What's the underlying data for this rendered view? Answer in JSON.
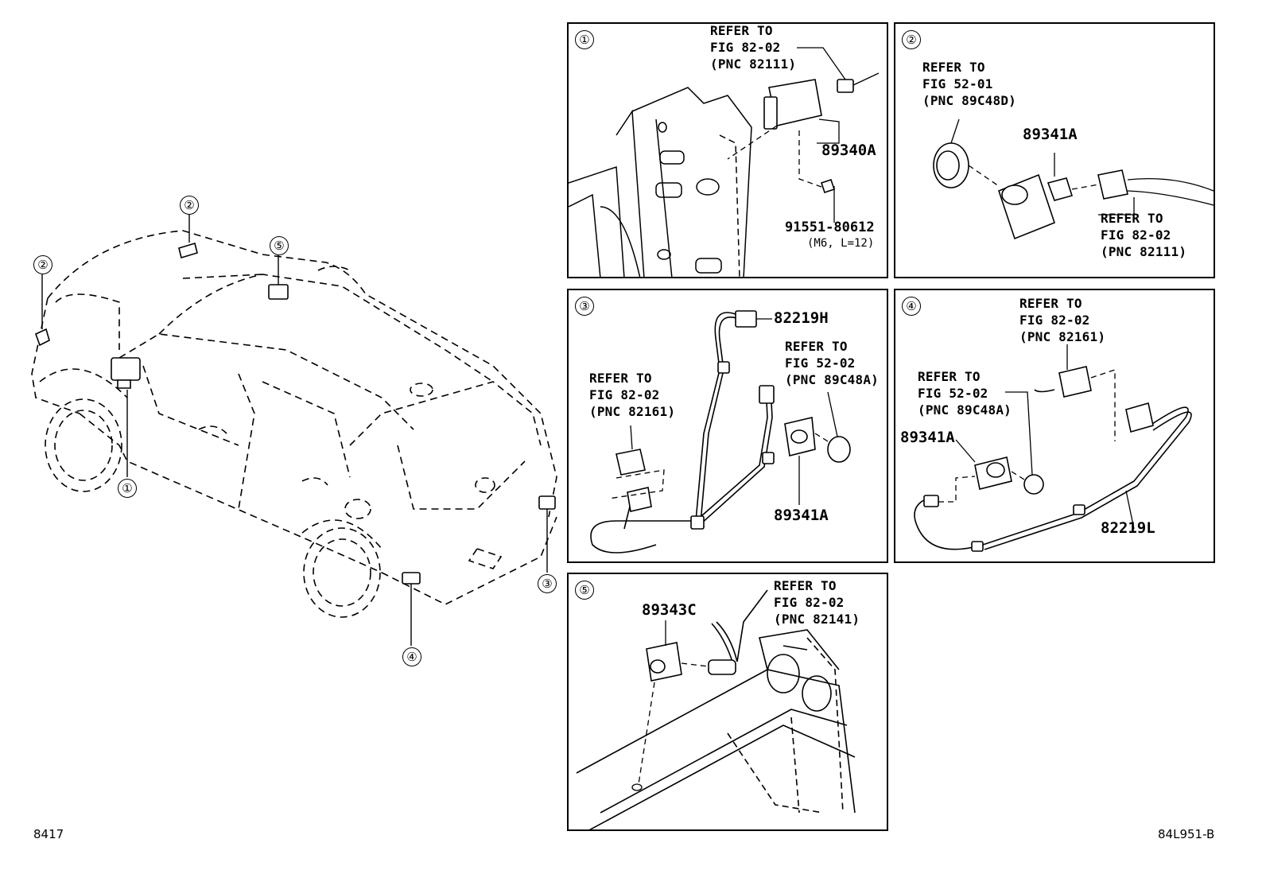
{
  "footer": {
    "left": "8417",
    "right": "84L951-B"
  },
  "overview": {
    "callouts": [
      "①",
      "②",
      "②",
      "③",
      "④",
      "⑤"
    ]
  },
  "panels": [
    {
      "id": "1",
      "number": "①",
      "refer": [
        "REFER TO",
        "FIG 82-02",
        "(PNC 82111)"
      ],
      "parts": [
        "89340A",
        "91551-80612"
      ],
      "note": "(M6, L=12)"
    },
    {
      "id": "2",
      "number": "②",
      "refer": [
        "REFER TO",
        "FIG 52-01",
        "(PNC 89C48D)"
      ],
      "refer2": [
        "REFER TO",
        "FIG 82-02",
        "(PNC 82111)"
      ],
      "parts": [
        "89341A"
      ]
    },
    {
      "id": "3",
      "number": "③",
      "refer": [
        "REFER TO",
        "FIG 82-02",
        "(PNC 82161)"
      ],
      "refer2": [
        "REFER TO",
        "FIG 52-02",
        "(PNC 89C48A)"
      ],
      "parts": [
        "82219H",
        "89341A"
      ]
    },
    {
      "id": "4",
      "number": "④",
      "refer": [
        "REFER TO",
        "FIG 82-02",
        "(PNC 82161)"
      ],
      "refer2": [
        "REFER TO",
        "FIG 52-02",
        "(PNC 89C48A)"
      ],
      "parts": [
        "89341A",
        "82219L"
      ]
    },
    {
      "id": "5",
      "number": "⑤",
      "refer": [
        "REFER TO",
        "FIG 82-02",
        "(PNC 82141)"
      ],
      "parts": [
        "89343C"
      ]
    }
  ]
}
